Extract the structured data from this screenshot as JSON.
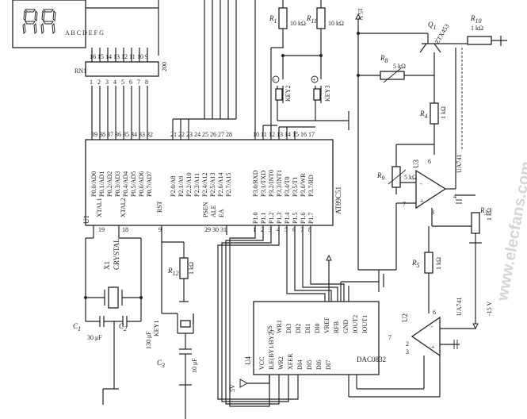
{
  "mcu": {
    "name": "AT89C51",
    "ref": "U1",
    "pins_p0": [
      "P0.0/AD0",
      "P0.1/AD1",
      "P0.2/AD2",
      "P0.3/AD3",
      "P0.4/AD4",
      "P0.5/AD5",
      "P0.6/AD6",
      "P0.7/AD7"
    ],
    "nums_p0": [
      "39",
      "38",
      "37",
      "36",
      "35",
      "34",
      "33",
      "32"
    ],
    "pins_p2": [
      "P2.0/A8",
      "P2.1/A9",
      "P2.2/A10",
      "P2.3/A11",
      "P2.4/A12",
      "P2.5/A13",
      "P2.6/A14",
      "P2.7/A15"
    ],
    "nums_p2": [
      "21",
      "22",
      "23",
      "24",
      "25",
      "26",
      "27",
      "28"
    ],
    "pins_p3": [
      "P3.0/RXD",
      "P3.1/TXD",
      "P3.2/INT0",
      "P3.3/INT1",
      "P3.4/T0",
      "P3.5/T1",
      "P3.6/WR",
      "P3.7/RD"
    ],
    "nums_p3": [
      "10",
      "11",
      "12",
      "13",
      "14",
      "15",
      "16",
      "17"
    ],
    "pins_p1": [
      "P1.0",
      "P1.1",
      "P1.2",
      "P1.3",
      "P1.4",
      "P1.5",
      "P1.6",
      "P1.7"
    ],
    "nums_p1": [
      "1",
      "2",
      "3",
      "4",
      "5",
      "6",
      "7",
      "8"
    ],
    "xtal1": "XTAL1",
    "xtal1_num": "19",
    "xtal2": "XTAL2",
    "xtal2_num": "18",
    "rst": "RST",
    "rst_num": "9",
    "psen": "PSEN",
    "psen_num": "29",
    "ale": "ALE",
    "ale_num": "30",
    "ea": "EA",
    "ea_num": "31"
  },
  "display": {
    "segments": "A B C D E F G"
  },
  "rn1": {
    "ref": "RN1",
    "value": "200",
    "top_nums": [
      "16",
      "15",
      "14",
      "13",
      "12",
      "11",
      "10",
      "9"
    ],
    "bot_nums": [
      "1",
      "2",
      "3",
      "4",
      "5",
      "6",
      "7",
      "8"
    ]
  },
  "dac": {
    "name": "DAC0832",
    "ref": "U4",
    "pins_left": [
      "VCC",
      "ILE(BY1/BY2)",
      "WR2",
      "XFER",
      "DI4",
      "DI5",
      "DI6",
      "DI7"
    ],
    "pins_right": [
      "CS",
      "WR1",
      "DI3",
      "DI2",
      "DI1",
      "DI0",
      "VREF",
      "RFB",
      "GND",
      "IOUT2",
      "IOUT1"
    ]
  },
  "components": {
    "x1": "X1",
    "x1_type": "CRYSTAL",
    "c1": "C",
    "c1_sub": "1",
    "c1_val": "30 μF",
    "c2": "C",
    "c2_sub": "2",
    "c2_val": "130 μF",
    "c3": "C",
    "c3_sub": "3",
    "c3_val": "10 μF",
    "key1": "KEY1",
    "key2": "KEY2",
    "key3": "KEY3",
    "r12": "R",
    "r12_sub": "12",
    "r12_val": "1 kΩ",
    "r1": "R",
    "r1_sub": "1",
    "r1_val": "10 kΩ",
    "r11": "R",
    "r11_sub": "11",
    "r11_val": "10 kΩ",
    "r8": "R",
    "r8_sub": "8",
    "r8_val": "5 kΩ",
    "r4": "R",
    "r4_sub": "4",
    "r4_val": "1 kΩ",
    "r9": "R",
    "r9_sub": "9",
    "r9_val": "5 kΩ",
    "r3": "R",
    "r3_sub": "3",
    "r3_val": "1 kΩ",
    "r5": "R",
    "r5_sub": "5",
    "r5_val": "1 kΩ",
    "r10": "R",
    "r10_sub": "10",
    "r10_val": "1 kΩ",
    "q": "Q",
    "q_sub": "1",
    "q_type": "ZTX453",
    "u3": "U3",
    "u3_type": "UA741",
    "u2": "U2",
    "u2_type": "UA741",
    "v15": "15 V",
    "vneg15": "-15 V",
    "v5": "5V",
    "pin6": "6",
    "pin7": "7",
    "pin4": "4",
    "pin2": "2",
    "pin3": "3"
  },
  "watermark": "www.elecfans.com"
}
